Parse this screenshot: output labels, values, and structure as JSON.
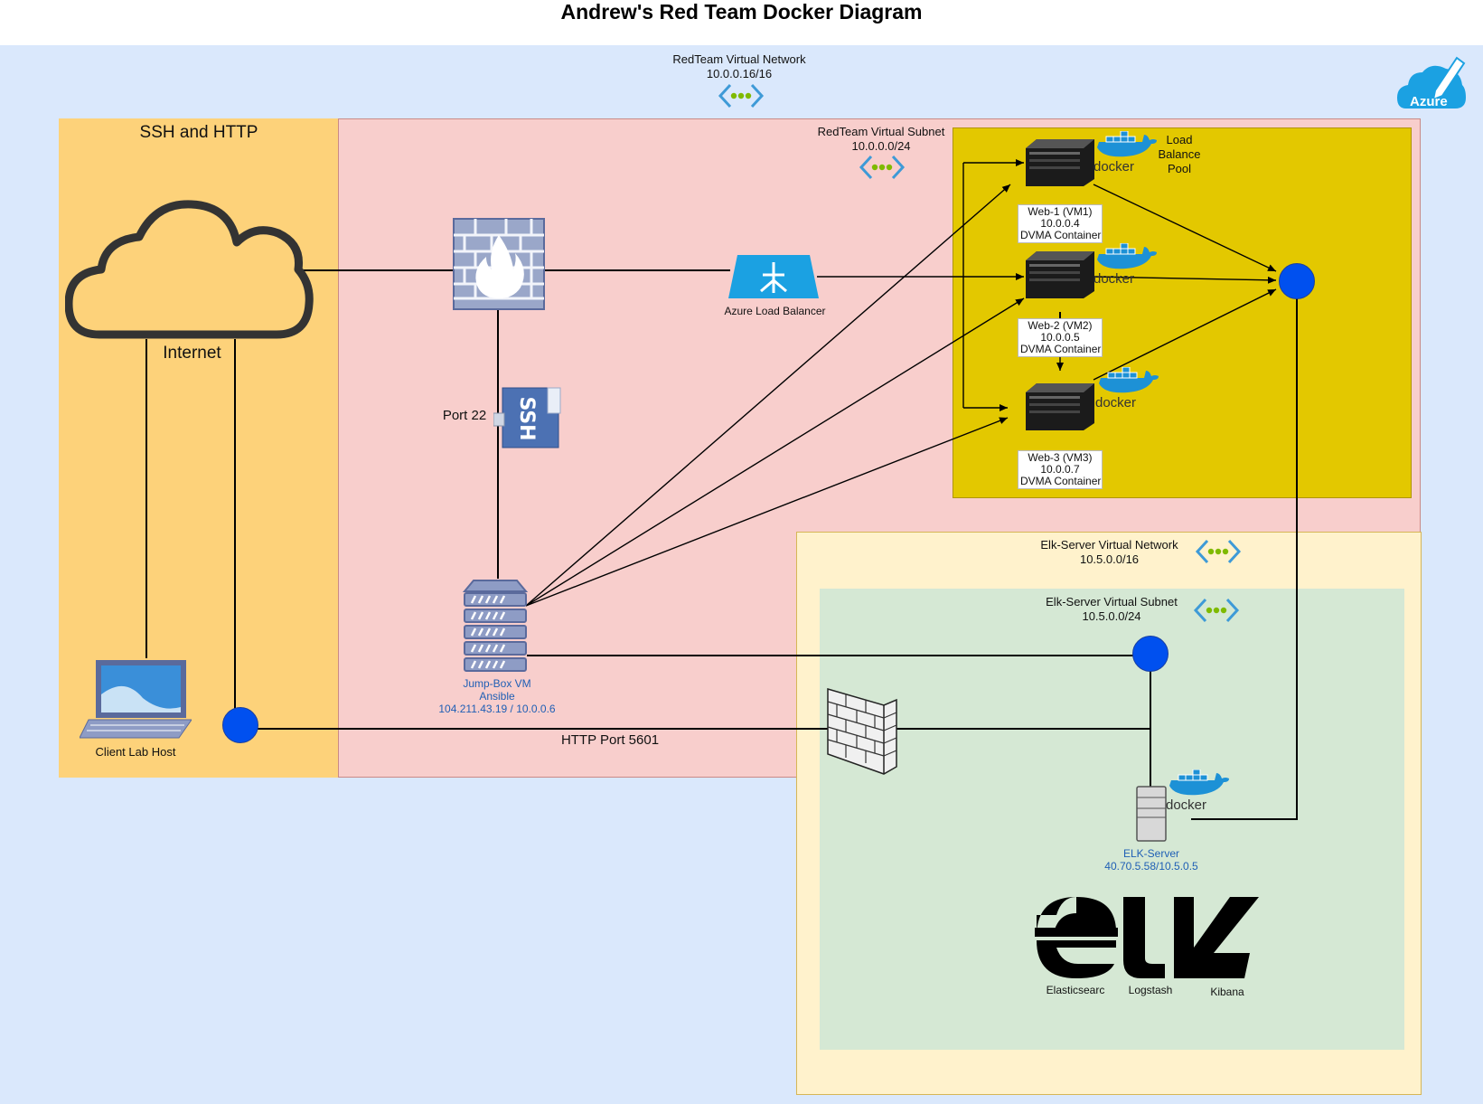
{
  "title": "Andrew's Red Team Docker Diagram",
  "redteam_vnet": {
    "name": "RedTeam Virtual Network",
    "cidr": "10.0.0.16/16"
  },
  "redteam_subnet": {
    "name": "RedTeam Virtual Subnet",
    "cidr": "10.0.0.0/24"
  },
  "ssh_http_zone": {
    "label": "SSH and HTTP"
  },
  "internet": {
    "label": "Internet"
  },
  "client": {
    "label": "Client Lab Host"
  },
  "port22": {
    "label": "Port 22"
  },
  "http_port": {
    "label": "HTTP Port 5601"
  },
  "load_balancer": {
    "label": "Azure Load Balancer"
  },
  "lb_pool": {
    "line1": "Load",
    "line2": "Balance",
    "line3": "Pool"
  },
  "jumpbox": {
    "line1": "Jump-Box VM",
    "line2": "Ansible",
    "line3": "104.211.43.19 / 10.0.0.6"
  },
  "web_vms": [
    {
      "name": "Web-1 (VM1)",
      "ip": "10.0.0.4",
      "role": "DVMA Container"
    },
    {
      "name": "Web-2 (VM2)",
      "ip": "10.0.0.5",
      "role": "DVMA Container"
    },
    {
      "name": "Web-3 (VM3)",
      "ip": "10.0.0.7",
      "role": "DVMA Container"
    }
  ],
  "docker_text": "docker",
  "elk_vnet": {
    "name": "Elk-Server Virtual Network",
    "cidr": "10.5.0.0/16"
  },
  "elk_subnet": {
    "name": "Elk-Server Virtual Subnet",
    "cidr": "10.5.0.0/24"
  },
  "elk_server": {
    "line1": "ELK-Server",
    "line2": "40.70.5.58/10.5.0.5"
  },
  "elk_stack": {
    "elastic": "Elasticsearc",
    "logstash": "Logstash",
    "kibana": "Kibana"
  },
  "azure_badge": "Azure",
  "colors": {
    "azure_bg": "#dae8fc",
    "ssh_zone": "#fdd27a",
    "red_zone": "#f8cecc",
    "lb_pool_zone": "#e3c800",
    "elk_vnet_zone": "#fff2cc",
    "elk_subnet_zone": "#d5e8d4",
    "node_blue": "#0050ef",
    "label_blue": "#1f5fb5"
  }
}
